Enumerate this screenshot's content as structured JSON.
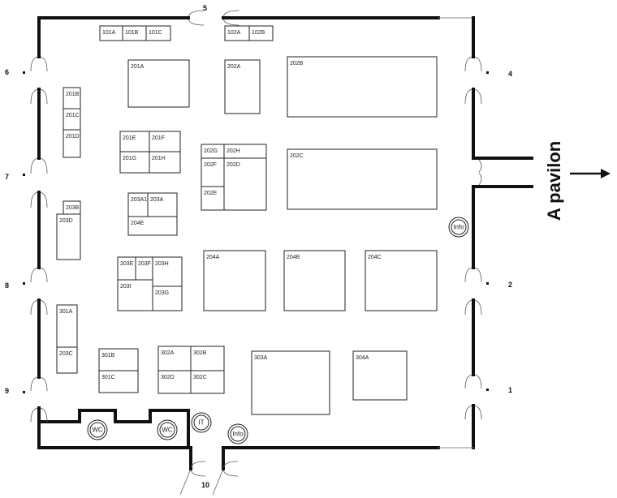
{
  "booths": [
    {
      "id": "101A"
    },
    {
      "id": "101B"
    },
    {
      "id": "101C"
    },
    {
      "id": "102A"
    },
    {
      "id": "102B"
    },
    {
      "id": "201A"
    },
    {
      "id": "202A"
    },
    {
      "id": "202B"
    },
    {
      "id": "201B"
    },
    {
      "id": "201C"
    },
    {
      "id": "201D"
    },
    {
      "id": "201E"
    },
    {
      "id": "201F"
    },
    {
      "id": "201G"
    },
    {
      "id": "201H"
    },
    {
      "id": "202G"
    },
    {
      "id": "202H"
    },
    {
      "id": "202F"
    },
    {
      "id": "202D"
    },
    {
      "id": "202E"
    },
    {
      "id": "202C"
    },
    {
      "id": "203A1"
    },
    {
      "id": "203A"
    },
    {
      "id": "204E"
    },
    {
      "id": "203B"
    },
    {
      "id": "203D"
    },
    {
      "id": "203E"
    },
    {
      "id": "203F"
    },
    {
      "id": "203H"
    },
    {
      "id": "203I"
    },
    {
      "id": "203G"
    },
    {
      "id": "204A"
    },
    {
      "id": "204B"
    },
    {
      "id": "204C"
    },
    {
      "id": "301A"
    },
    {
      "id": "203C"
    },
    {
      "id": "301B"
    },
    {
      "id": "301C"
    },
    {
      "id": "302A"
    },
    {
      "id": "302B"
    },
    {
      "id": "302D"
    },
    {
      "id": "302C"
    },
    {
      "id": "303A"
    },
    {
      "id": "304A"
    }
  ],
  "doors": [
    "1",
    "2",
    "4",
    "5",
    "6",
    "7",
    "8",
    "9",
    "10"
  ],
  "facilities": {
    "wc_left": "WC",
    "wc_right": "WC",
    "it": "IT",
    "info_bottom": "Info",
    "info_right": "Info"
  },
  "pavilion": {
    "label": "A pavilon",
    "arrow": "right-arrow-icon"
  },
  "colors": {
    "wall": "#111111",
    "booth_stroke": "#222222",
    "background": "#ffffff"
  }
}
